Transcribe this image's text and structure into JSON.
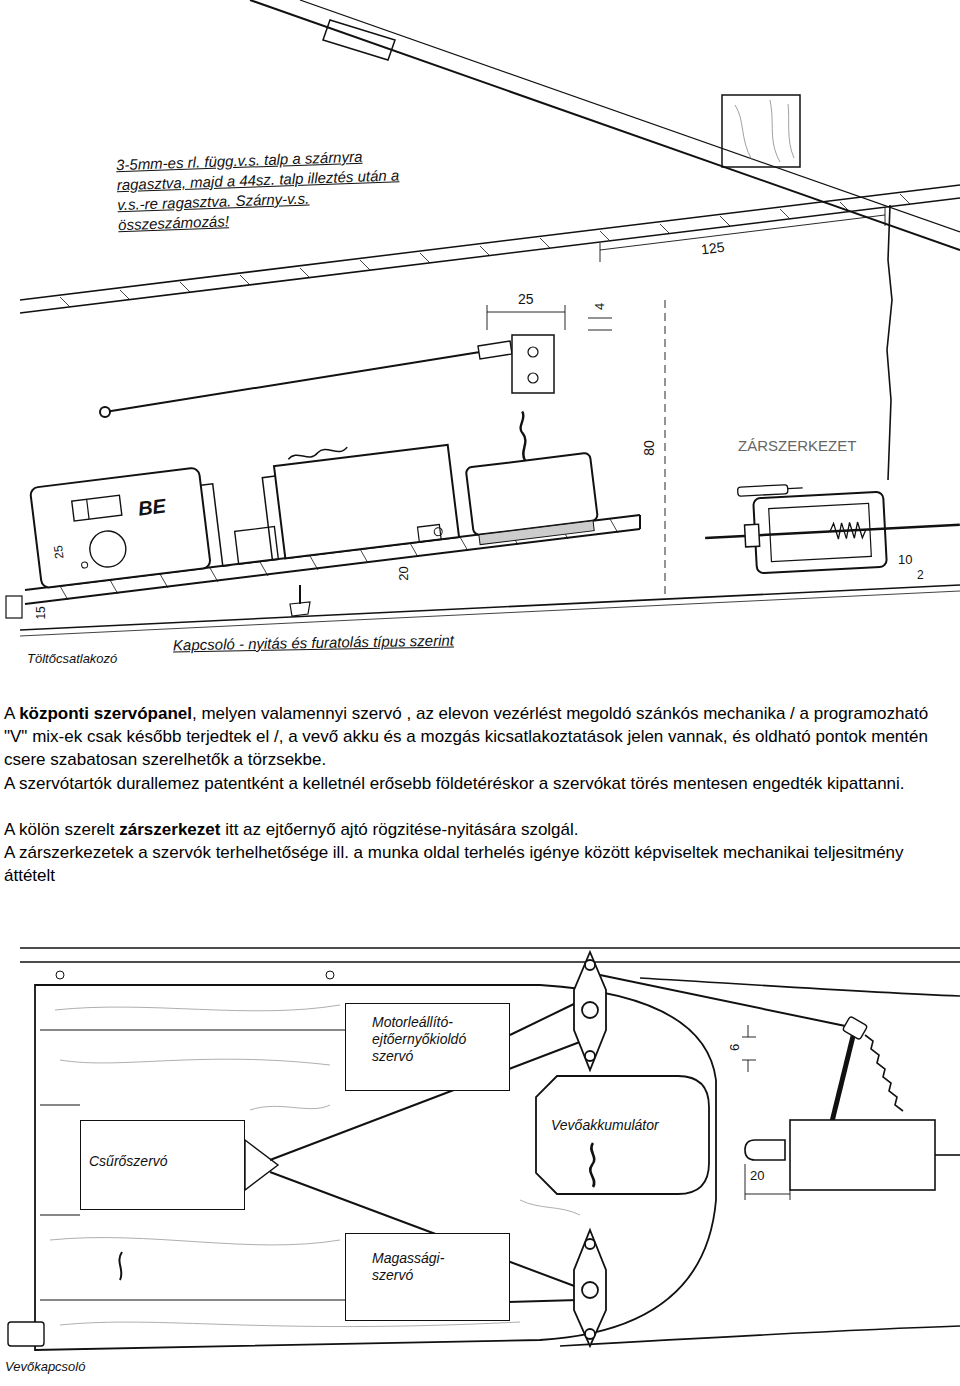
{
  "diagram": {
    "nodes": [
      {
        "text": [
          "Motorleállító- ejtőernyőkioldó szervó"
        ]
      },
      {
        "text": [
          "Csűrőszervó"
        ]
      },
      {
        "text": [
          "Vevőakkumulátor"
        ]
      },
      {
        "text": [
          "Magassági- szervó"
        ]
      }
    ],
    "labels": [
      "3-5mm-es rl. függ.v.s. talp a szárnyra ragasztva, majd a 44sz. talp illeztés után a v.s.-re ragasztva. Szárny-v.s. összeszámozás!",
      "125",
      "25",
      "4",
      "BE",
      "25",
      "80",
      "ZÁRSZERKEZET",
      "20",
      "15",
      "10",
      "2",
      "Kapcsoló - nyitás és furatolás típus szerint",
      "Töltőcsatlakozó",
      "A ",
      "központi szervópanel",
      ", melyen valamennyi szervó , az elevon vezérlést megoldó szánkós mechanika / a programozható \"V\" mix-ek csak később terjedtek el /, a vevő akku és a mozgás kicsatlakoztatások jelen vannak, és oldható pontok mentén csere szabatosan szerelhetők a törzsekbe.",
      "A szervótartók durallemez patentként a kelletnél erősebb földetéréskor a szervókat törés mentesen engedték kipattanni.",
      "A kölön szerelt ",
      "zárszerkezet",
      " itt az ejtőernyő ajtó rögzitése-nyitására szolgál.",
      "A zárszerkezetek a szervók terhelhetősége ill. a munka oldal terhelés igénye között képviseltek mechanikai teljesitmény áttételt",
      "6",
      "20",
      "Vevőkapcsoló"
    ]
  }
}
